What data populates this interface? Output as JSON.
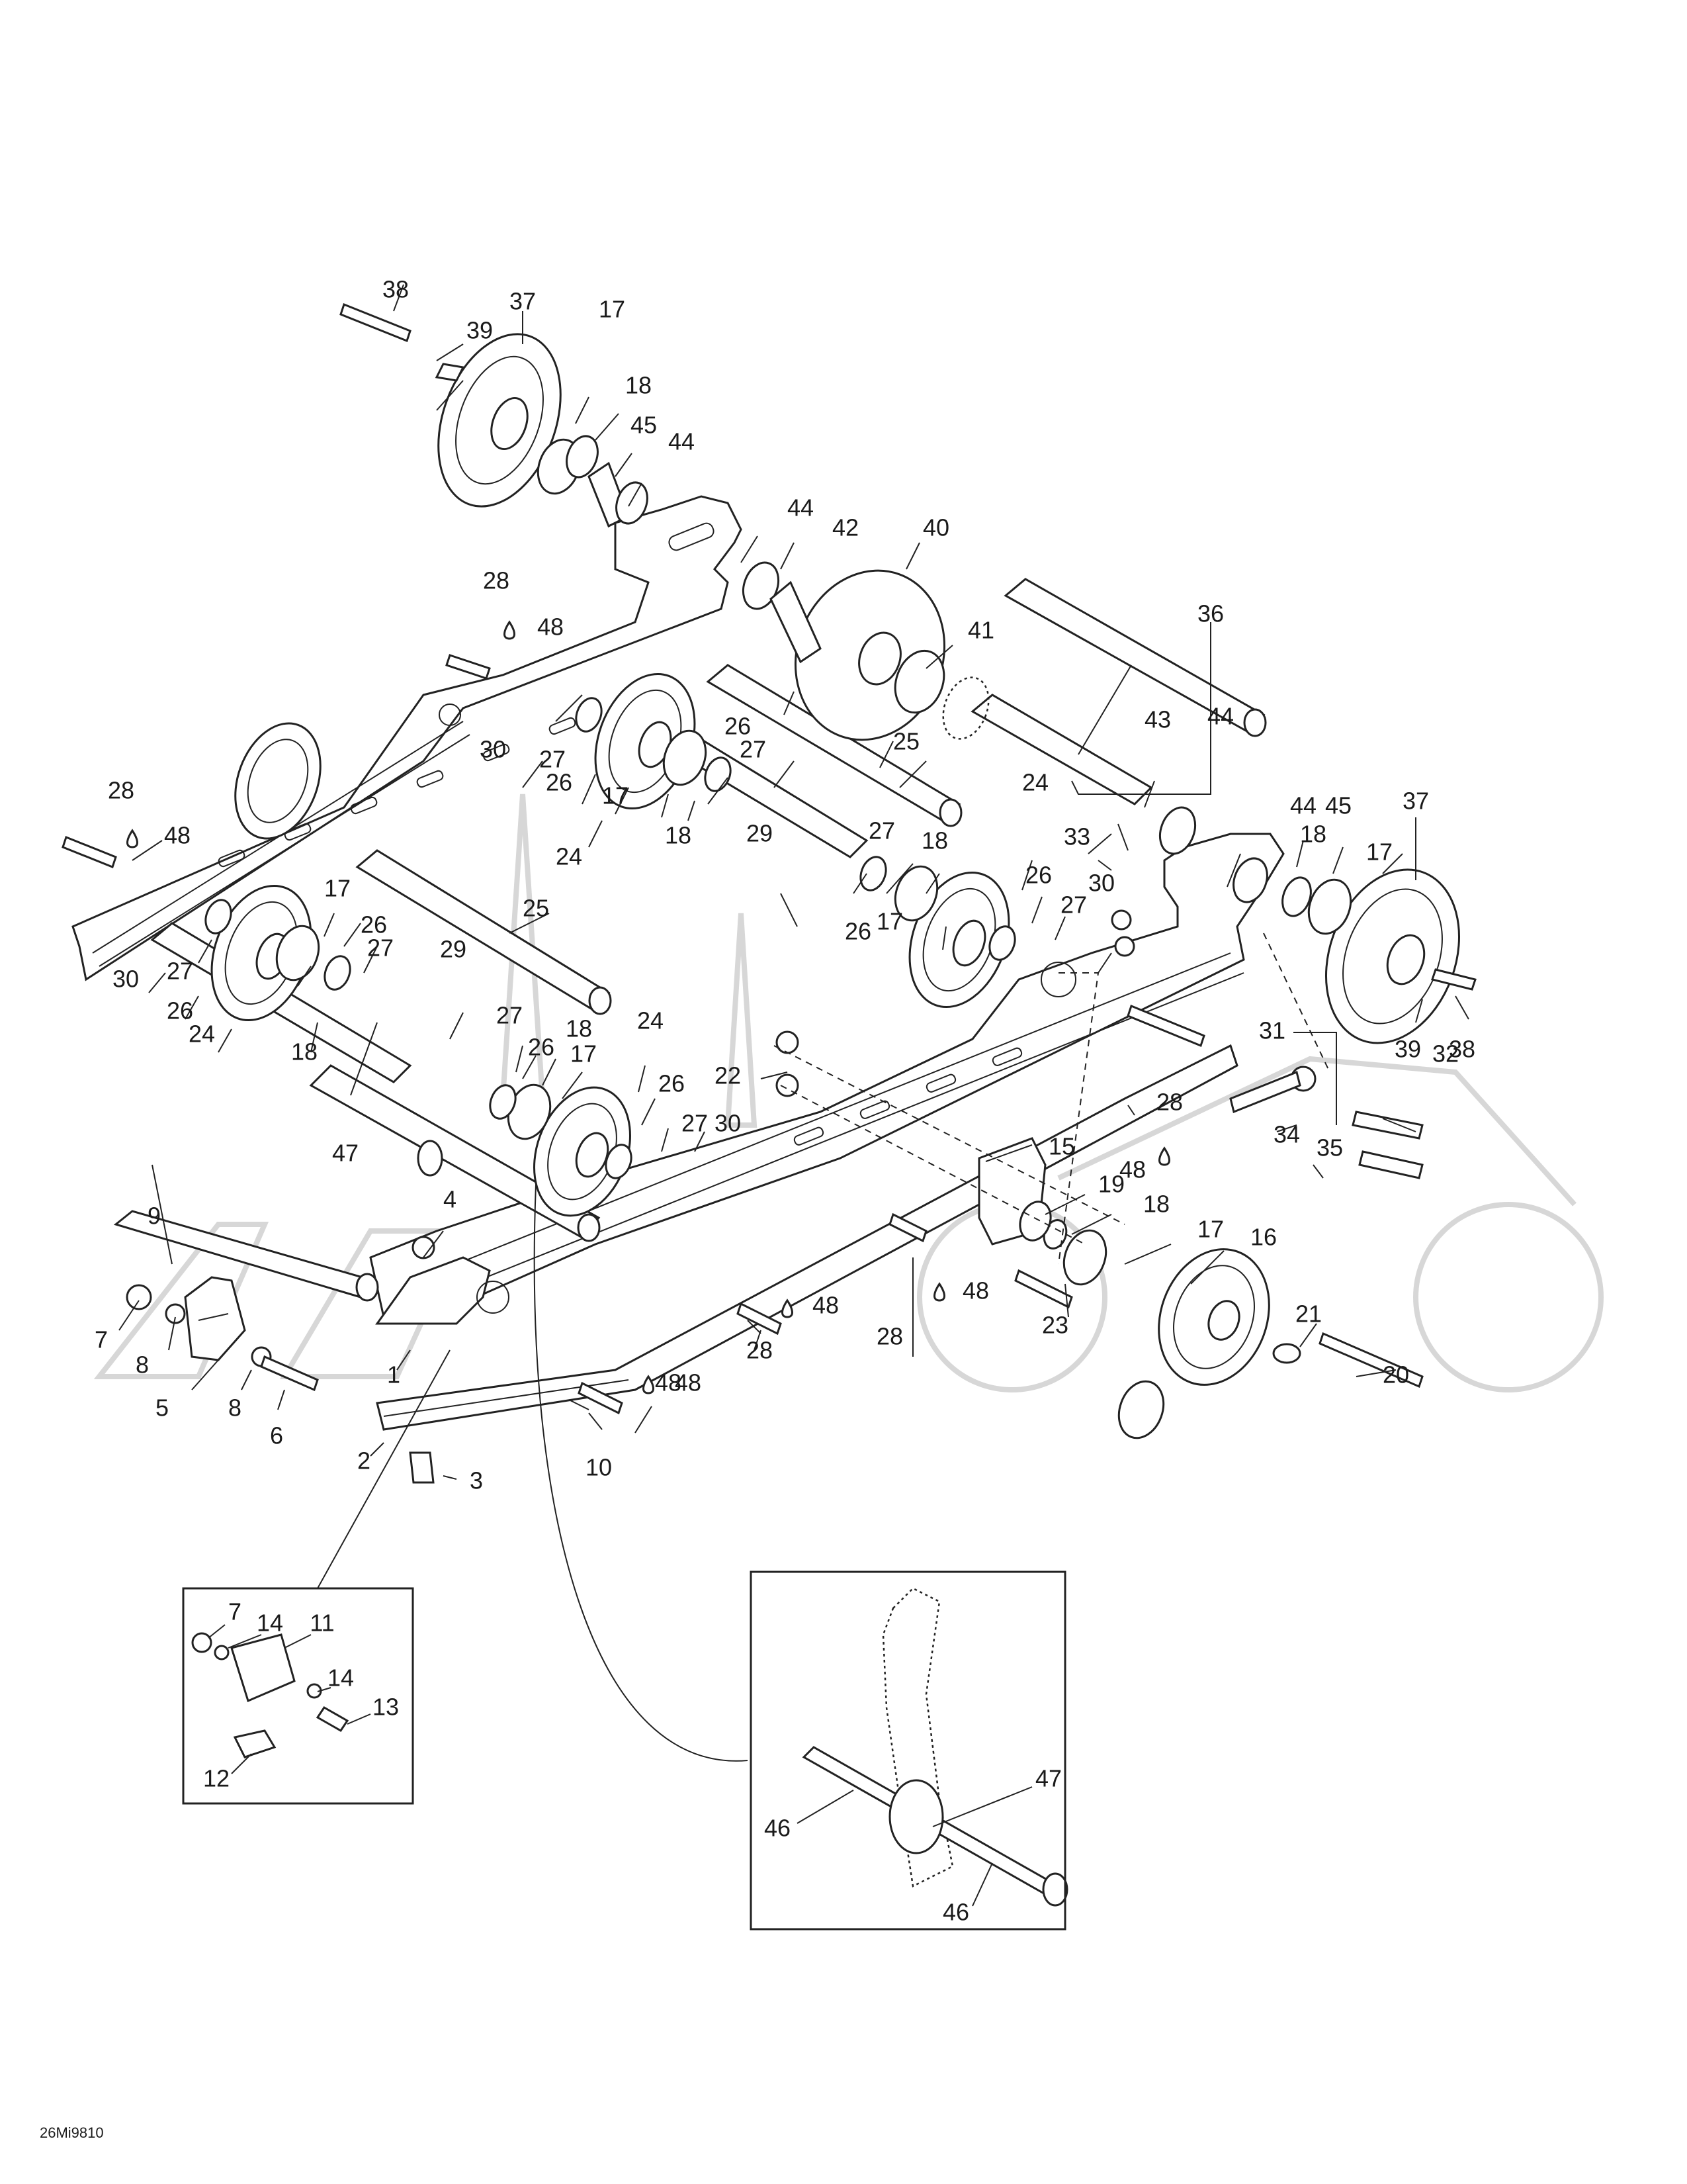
{
  "figure": {
    "reference_code": "26Mi9810",
    "callouts": [
      {
        "id": "c1",
        "label": "1"
      },
      {
        "id": "c2",
        "label": "2"
      },
      {
        "id": "c3",
        "label": "3"
      },
      {
        "id": "c4",
        "label": "4"
      },
      {
        "id": "c5",
        "label": "5"
      },
      {
        "id": "c6",
        "label": "6"
      },
      {
        "id": "c7",
        "label": "7"
      },
      {
        "id": "c8a",
        "label": "8"
      },
      {
        "id": "c8b",
        "label": "8"
      },
      {
        "id": "c9",
        "label": "9"
      },
      {
        "id": "c10",
        "label": "10"
      },
      {
        "id": "c15",
        "label": "15"
      },
      {
        "id": "c16",
        "label": "16"
      },
      {
        "id": "c17a",
        "label": "17"
      },
      {
        "id": "c17b",
        "label": "17"
      },
      {
        "id": "c17c",
        "label": "17"
      },
      {
        "id": "c17d",
        "label": "17"
      },
      {
        "id": "c17e",
        "label": "17"
      },
      {
        "id": "c17f",
        "label": "17"
      },
      {
        "id": "c17g",
        "label": "17"
      },
      {
        "id": "c18a",
        "label": "18"
      },
      {
        "id": "c18b",
        "label": "18"
      },
      {
        "id": "c18c",
        "label": "18"
      },
      {
        "id": "c18d",
        "label": "18"
      },
      {
        "id": "c18e",
        "label": "18"
      },
      {
        "id": "c18f",
        "label": "18"
      },
      {
        "id": "c18g",
        "label": "18"
      },
      {
        "id": "c19",
        "label": "19"
      },
      {
        "id": "c20",
        "label": "20"
      },
      {
        "id": "c21",
        "label": "21"
      },
      {
        "id": "c22",
        "label": "22"
      },
      {
        "id": "c23",
        "label": "23"
      },
      {
        "id": "c24a",
        "label": "24"
      },
      {
        "id": "c24b",
        "label": "24"
      },
      {
        "id": "c24c",
        "label": "24"
      },
      {
        "id": "c24d",
        "label": "24"
      },
      {
        "id": "c25a",
        "label": "25"
      },
      {
        "id": "c25b",
        "label": "25"
      },
      {
        "id": "c26a",
        "label": "26"
      },
      {
        "id": "c26b",
        "label": "26"
      },
      {
        "id": "c26c",
        "label": "26"
      },
      {
        "id": "c26d",
        "label": "26"
      },
      {
        "id": "c26e",
        "label": "26"
      },
      {
        "id": "c26f",
        "label": "26"
      },
      {
        "id": "c26g",
        "label": "26"
      },
      {
        "id": "c26h",
        "label": "26"
      },
      {
        "id": "c27a",
        "label": "27"
      },
      {
        "id": "c27b",
        "label": "27"
      },
      {
        "id": "c27c",
        "label": "27"
      },
      {
        "id": "c27d",
        "label": "27"
      },
      {
        "id": "c27e",
        "label": "27"
      },
      {
        "id": "c27f",
        "label": "27"
      },
      {
        "id": "c27g",
        "label": "27"
      },
      {
        "id": "c27h",
        "label": "27"
      },
      {
        "id": "c28a",
        "label": "28"
      },
      {
        "id": "c28b",
        "label": "28"
      },
      {
        "id": "c28c",
        "label": "28"
      },
      {
        "id": "c28d",
        "label": "28"
      },
      {
        "id": "c28e",
        "label": "28"
      },
      {
        "id": "c29a",
        "label": "29"
      },
      {
        "id": "c29b",
        "label": "29"
      },
      {
        "id": "c30a",
        "label": "30"
      },
      {
        "id": "c30b",
        "label": "30"
      },
      {
        "id": "c30c",
        "label": "30"
      },
      {
        "id": "c30d",
        "label": "30"
      },
      {
        "id": "c31",
        "label": "31"
      },
      {
        "id": "c32",
        "label": "32"
      },
      {
        "id": "c33",
        "label": "33"
      },
      {
        "id": "c34",
        "label": "34"
      },
      {
        "id": "c35",
        "label": "35"
      },
      {
        "id": "c36",
        "label": "36"
      },
      {
        "id": "c37a",
        "label": "37"
      },
      {
        "id": "c37b",
        "label": "37"
      },
      {
        "id": "c38a",
        "label": "38"
      },
      {
        "id": "c38b",
        "label": "38"
      },
      {
        "id": "c39a",
        "label": "39"
      },
      {
        "id": "c39b",
        "label": "39"
      },
      {
        "id": "c40",
        "label": "40"
      },
      {
        "id": "c41",
        "label": "41"
      },
      {
        "id": "c42",
        "label": "42"
      },
      {
        "id": "c43",
        "label": "43"
      },
      {
        "id": "c44a",
        "label": "44"
      },
      {
        "id": "c44b",
        "label": "44"
      },
      {
        "id": "c44c",
        "label": "44"
      },
      {
        "id": "c44d",
        "label": "44"
      },
      {
        "id": "c45a",
        "label": "45"
      },
      {
        "id": "c45b",
        "label": "45"
      },
      {
        "id": "c47",
        "label": "47"
      },
      {
        "id": "c48a",
        "label": "48"
      },
      {
        "id": "c48b",
        "label": "48"
      },
      {
        "id": "c48c",
        "label": "48"
      },
      {
        "id": "c48d",
        "label": "48"
      },
      {
        "id": "c48e",
        "label": "48"
      },
      {
        "id": "c48f",
        "label": "48"
      },
      {
        "id": "c48g",
        "label": "48"
      }
    ],
    "inset_left": {
      "callouts": [
        {
          "id": "i7",
          "label": "7"
        },
        {
          "id": "i11",
          "label": "11"
        },
        {
          "id": "i12",
          "label": "12"
        },
        {
          "id": "i13",
          "label": "13"
        },
        {
          "id": "i14a",
          "label": "14"
        },
        {
          "id": "i14b",
          "label": "14"
        }
      ]
    },
    "inset_right": {
      "callouts": [
        {
          "id": "r46a",
          "label": "46"
        },
        {
          "id": "r46b",
          "label": "46"
        },
        {
          "id": "r47",
          "label": "47"
        }
      ]
    }
  }
}
